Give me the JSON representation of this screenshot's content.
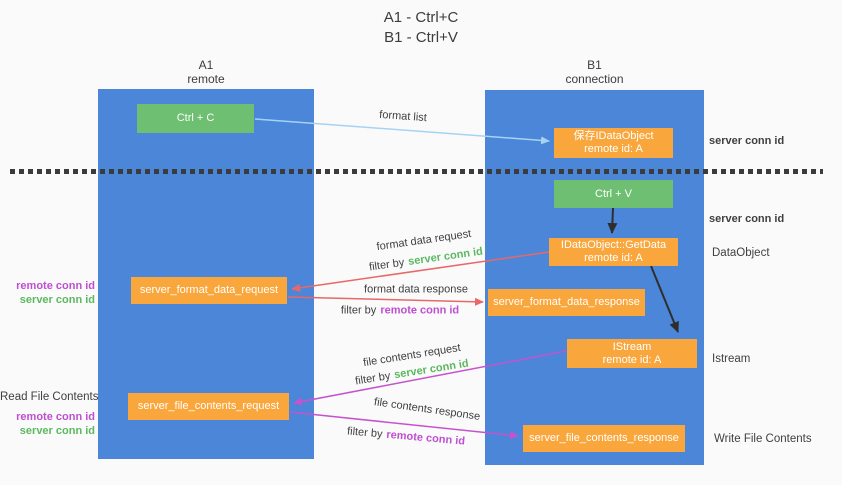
{
  "title": {
    "line1": "A1 - Ctrl+C",
    "line2": "B1 - Ctrl+V"
  },
  "columns": {
    "left": {
      "id": "A1",
      "role": "remote"
    },
    "right": {
      "id": "B1",
      "role": "connection"
    }
  },
  "nodes": {
    "ctrl_c": "Ctrl + C",
    "save_idataobject": {
      "line1": "保存IDataObject",
      "line2": "remote id: A"
    },
    "ctrl_v": "Ctrl + V",
    "getdata": {
      "line1": "IDataObject::GetData",
      "line2": "remote id: A"
    },
    "format_request": "server_format_data_request",
    "format_response": "server_format_data_response",
    "istream": {
      "line1": "IStream",
      "line2": "remote id: A"
    },
    "file_request": "server_file_contents_request",
    "file_response": "server_file_contents_response"
  },
  "edge_labels": {
    "format_list": "format list",
    "format_data_request": "format data request",
    "format_data_response": "format data response",
    "file_contents_request": "file contents request",
    "file_contents_response": "file contents response",
    "filter_by": "filter by",
    "server_conn_id": "server conn id",
    "remote_conn_id": "remote conn id"
  },
  "annotations": {
    "left_format": {
      "line1": "remote conn id",
      "line2": "server conn id"
    },
    "read_file_contents": "Read File Contents",
    "left_file": {
      "line1": "remote conn id",
      "line2": "server conn id"
    },
    "right_server_conn_top": "server conn id",
    "right_server_conn_mid": "server conn id",
    "dataobject": "DataObject",
    "istream": "Istream",
    "write_file_contents": "Write File Contents"
  },
  "colors": {
    "lifeline_blue": "#4b86d8",
    "node_orange": "#f9a63c",
    "node_green": "#6fbf72",
    "arrow_light_blue": "#a6d3f2",
    "arrow_red": "#e86868",
    "arrow_magenta": "#c653ce",
    "arrow_black": "#2e2e2e",
    "text_green": "#5cb861",
    "text_magenta": "#bf4fd1"
  }
}
